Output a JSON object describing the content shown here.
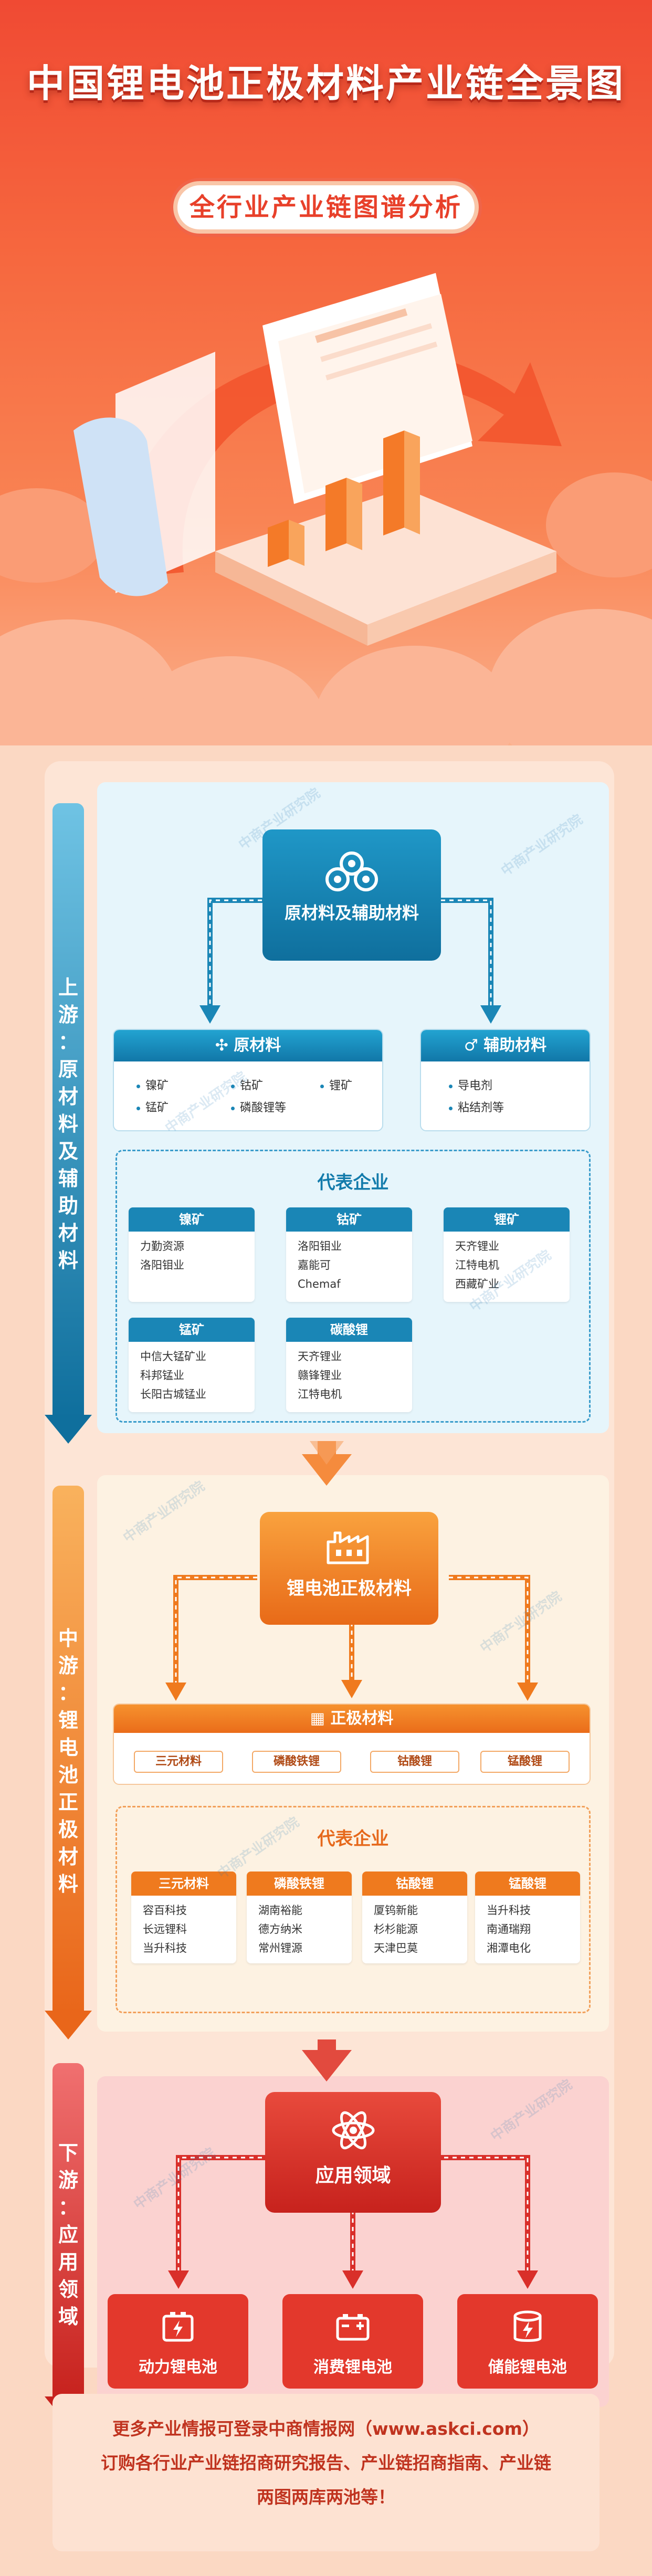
{
  "header": {
    "title": "中国锂电池正极材料产业链全景图",
    "subtitle": "全行业产业链图谱分析"
  },
  "watermark": "中商产业研究院",
  "colors": {
    "upstream": "#1a86b6",
    "midstream": "#ef7a1e",
    "downstream": "#d92f2a"
  },
  "upstream": {
    "side_label": [
      "上",
      "游",
      "：",
      "原",
      "材",
      "料",
      "及",
      "辅",
      "助",
      "材",
      "料"
    ],
    "hub_label": "原材料及辅助材料",
    "raw": {
      "title": "原材料",
      "items": [
        "镍矿",
        "钴矿",
        "锂矿",
        "锰矿",
        "磷酸锂等"
      ]
    },
    "aux": {
      "title": "辅助材料",
      "items": [
        "导电剂",
        "粘结剂等"
      ]
    },
    "rep_title": "代表企业",
    "companies": [
      {
        "name": "镍矿",
        "items": [
          "力勤资源",
          "洛阳钼业"
        ]
      },
      {
        "name": "钴矿",
        "items": [
          "洛阳钼业",
          "嘉能可",
          "Chemaf"
        ]
      },
      {
        "name": "锂矿",
        "items": [
          "天齐锂业",
          "江特电机",
          "西藏矿业"
        ]
      },
      {
        "name": "锰矿",
        "items": [
          "中信大锰矿业",
          "科邦锰业",
          "长阳古城锰业"
        ]
      },
      {
        "name": "碳酸锂",
        "items": [
          "天齐锂业",
          "赣锋锂业",
          "江特电机"
        ]
      }
    ]
  },
  "midstream": {
    "side_label": [
      "中",
      "游",
      "：",
      "锂",
      "电",
      "池",
      "正",
      "极",
      "材",
      "料"
    ],
    "hub_label": "锂电池正极材料",
    "cathode": {
      "title": "正极材料",
      "items": [
        "三元材料",
        "磷酸铁锂",
        "钴酸锂",
        "锰酸锂"
      ]
    },
    "rep_title": "代表企业",
    "companies": [
      {
        "name": "三元材料",
        "items": [
          "容百科技",
          "长远锂科",
          "当升科技"
        ]
      },
      {
        "name": "磷酸铁锂",
        "items": [
          "湖南裕能",
          "德方纳米",
          "常州锂源"
        ]
      },
      {
        "name": "钴酸锂",
        "items": [
          "厦钨新能",
          "杉杉能源",
          "天津巴莫"
        ]
      },
      {
        "name": "锰酸锂",
        "items": [
          "当升科技",
          "南通瑞翔",
          "湘潭电化"
        ]
      }
    ]
  },
  "downstream": {
    "side_label": [
      "下",
      "游",
      "：",
      "应",
      "用",
      "领",
      "域"
    ],
    "hub_label": "应用领域",
    "apps": [
      {
        "label": "动力锂电池",
        "icon": "power-battery-icon"
      },
      {
        "label": "消费锂电池",
        "icon": "consumer-battery-icon"
      },
      {
        "label": "储能锂电池",
        "icon": "storage-battery-icon"
      }
    ]
  },
  "footer": {
    "line1": "更多产业情报可登录中商情报网（www.askci.com）",
    "line2": "订购各行业产业链招商研究报告、产业链招商指南、产业链",
    "line3": "两图两库两池等！"
  }
}
